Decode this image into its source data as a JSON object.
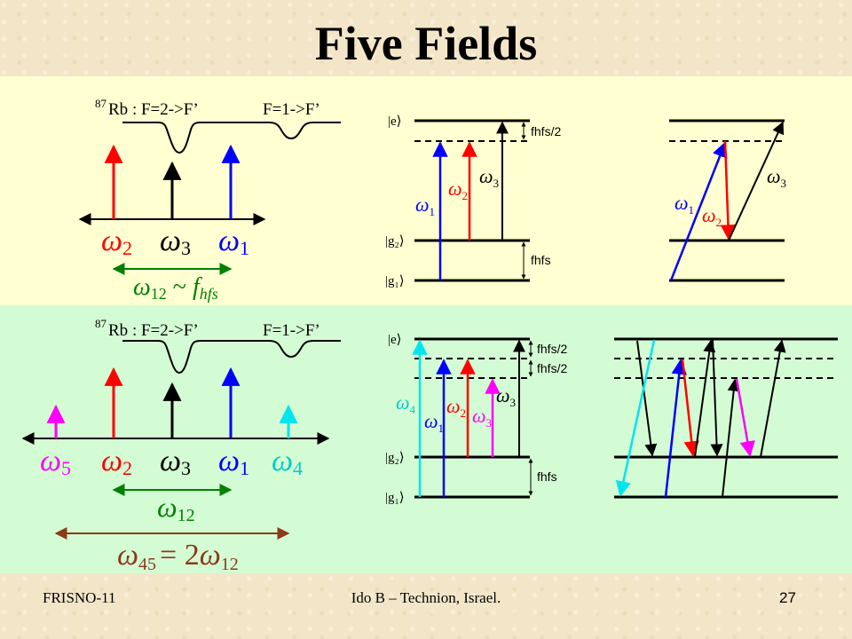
{
  "slide": {
    "title": "Five Fields",
    "footer_left": "FRISNO-11",
    "footer_center": "Ido B – Technion, Israel.",
    "page_number": "27"
  },
  "top_panel": {
    "spectrum_label": {
      "isotope_mass": "87",
      "element": "Rb",
      "transition_a": " : F=2->F’",
      "transition_b": "F=1->F’"
    },
    "frequency_labels": [
      {
        "base": "ω",
        "sub": "2",
        "color": "#ff0000"
      },
      {
        "base": "ω",
        "sub": "3",
        "color": "#000000"
      },
      {
        "base": "ω",
        "sub": "1",
        "color": "#0000ff"
      }
    ],
    "splitting_label": {
      "lhs": "ω",
      "lhs_sub": "12",
      "rel": " ~ ",
      "rhs": "f",
      "rhs_sub": "hfs",
      "color": "#008000"
    },
    "levels": {
      "excited": "|e⟩",
      "g2": "|g₂⟩",
      "g1": "|g₁⟩"
    },
    "level_annotations": [
      "fhfs/2",
      "fhfs"
    ],
    "beam_labels": [
      {
        "base": "ω",
        "sub": "1",
        "color": "#0000ff"
      },
      {
        "base": "ω",
        "sub": "2",
        "color": "#ff0000"
      },
      {
        "base": "ω",
        "sub": "3",
        "color": "#000000"
      }
    ],
    "right_beam_labels": [
      {
        "base": "ω",
        "sub": "1",
        "color": "#0000ff"
      },
      {
        "base": "ω",
        "sub": "2",
        "color": "#ff0000"
      },
      {
        "base": "ω",
        "sub": "3",
        "color": "#000000"
      }
    ]
  },
  "bottom_panel": {
    "spectrum_label": {
      "isotope_mass": "87",
      "element": "Rb",
      "transition_a": " : F=2->F’",
      "transition_b": "F=1->F’"
    },
    "frequency_labels": [
      {
        "base": "ω",
        "sub": "5",
        "color": "#ff00ff"
      },
      {
        "base": "ω",
        "sub": "2",
        "color": "#ff0000"
      },
      {
        "base": "ω",
        "sub": "3",
        "color": "#000000"
      },
      {
        "base": "ω",
        "sub": "1",
        "color": "#0000ff"
      },
      {
        "base": "ω",
        "sub": "4",
        "color": "#00cccc"
      }
    ],
    "spacing_label": {
      "base": "ω",
      "sub": "12",
      "color": "#008000"
    },
    "equation": {
      "lhs": "ω",
      "lhs_sub": "45",
      "rhs_prefix": "= 2",
      "rhs_glyph": "",
      "rhs": "ω",
      "rhs_sub": "12",
      "color": "#8b3a1a"
    },
    "levels": {
      "excited": "|e⟩",
      "g2": "|g₂⟩",
      "g1": "|g₁⟩"
    },
    "level_annotations": [
      "fhfs/2",
      "fhfs/2",
      "fhfs"
    ],
    "beam_labels": [
      {
        "base": "ω",
        "sub": "4",
        "color": "#00cccc"
      },
      {
        "base": "ω",
        "sub": "1",
        "color": "#0000ff"
      },
      {
        "base": "ω",
        "sub": "2",
        "color": "#ff0000"
      },
      {
        "base": "ω",
        "sub": "3",
        "color": "#ff00ff"
      },
      {
        "base": "ω",
        "sub": "3",
        "color": "#000000"
      }
    ]
  }
}
